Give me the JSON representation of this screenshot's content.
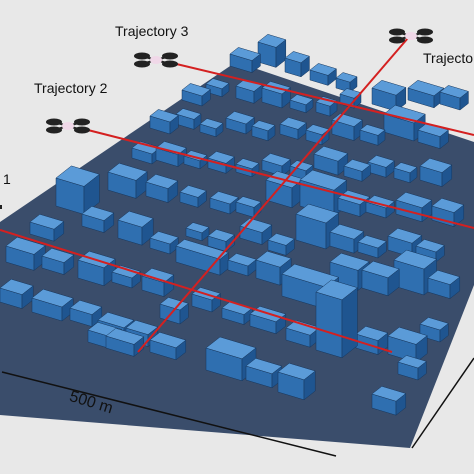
{
  "labels": {
    "trajectory_1": "1",
    "trajectory_2": "Trajectory 2",
    "trajectory_3": "Trajectory 3",
    "trajectory_partial": "Trajecto",
    "scale": "500 m"
  },
  "colors": {
    "background": "#e8e8e8",
    "ground": "#3a4d6b",
    "building_top": "#5b9bd8",
    "building_left": "#2f6fb0",
    "building_right": "#1f5590",
    "trajectory": "#d42020"
  },
  "icons": [
    "drone-icon"
  ]
}
